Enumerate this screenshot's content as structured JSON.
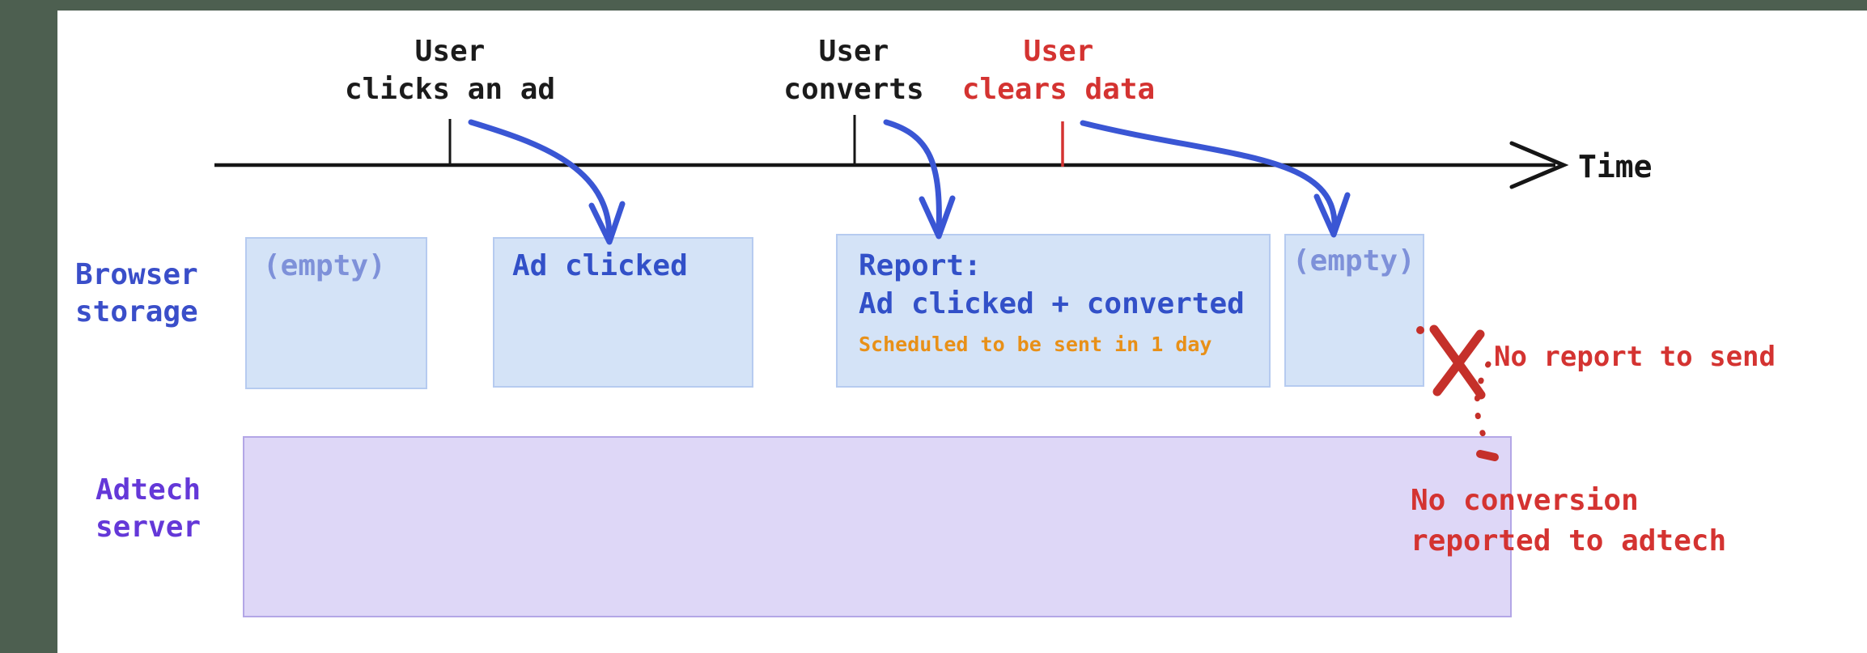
{
  "diagram": {
    "description": "Attribution timeline diagram: browser storage and adtech server states as a user clicks an ad, converts, then clears data"
  },
  "timeline": {
    "axis_label": "Time",
    "events": [
      {
        "id": "click",
        "line1": "User",
        "line2": "clicks an ad",
        "color": "#1b1b1b"
      },
      {
        "id": "convert",
        "line1": "User",
        "line2": "converts",
        "color": "#1b1b1b"
      },
      {
        "id": "clear",
        "line1": "User",
        "line2": "clears data",
        "color": "#d43331"
      }
    ]
  },
  "rows": {
    "browser": {
      "line1": "Browser",
      "line2": "storage",
      "color": "#3a4ec9"
    },
    "adtech": {
      "line1": "Adtech",
      "line2": "server",
      "color": "#6438d8"
    }
  },
  "storage_boxes": [
    {
      "text": "(empty)"
    },
    {
      "text": "Ad clicked"
    },
    {
      "title": "Report:",
      "body": "Ad clicked + converted",
      "note": "Scheduled to be sent in 1 day"
    },
    {
      "text": "(empty)"
    }
  ],
  "annotations": {
    "no_report": "No report to send",
    "no_conversion_line1": "No conversion",
    "no_conversion_line2": "reported to adtech"
  },
  "colors": {
    "chrome_bar": "#4d5f50",
    "timeline": "#161616",
    "arrow_blue": "#3a56d4",
    "storage_box_fill": "#d4e3f7",
    "storage_box_border": "#b6cbf0",
    "storage_text_blue": "#3250c8",
    "empty_text": "#7e91d9",
    "note_orange": "#e89018",
    "server_box_fill": "#ded7f7",
    "server_box_border": "#b3a6e6",
    "red_text": "#d43331",
    "red_mark": "#c5302a"
  }
}
